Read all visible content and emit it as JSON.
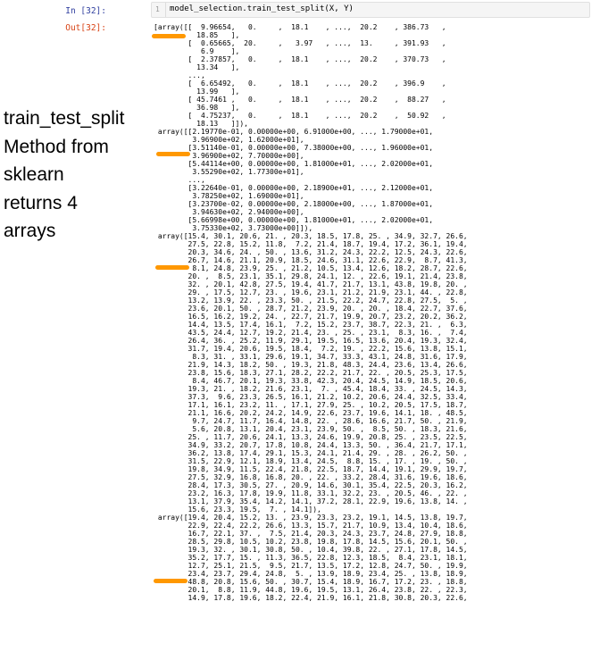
{
  "cell": {
    "in_prompt": "In [32]:",
    "out_prompt": "Out[32]:",
    "line_number": "1",
    "code": "model_selection.train_test_split(X, Y)"
  },
  "output_lines": [
    "[array([[  9.96654,   0.     ,  18.1    , ...,  20.2    , 386.73   ,",
    "          18.85   ],",
    "        [  0.65665,  20.     ,   3.97   , ...,  13.     , 391.93   ,",
    "           6.9    ],",
    "        [  2.37857,   0.     ,  18.1    , ...,  20.2    , 370.73   ,",
    "          13.34   ],",
    "        ...,",
    "        [  6.65492,   0.     ,  18.1    , ...,  20.2    , 396.9    ,",
    "          13.99   ],",
    "        [ 45.7461 ,   0.     ,  18.1    , ...,  20.2    ,  88.27   ,",
    "          36.98   ],",
    "        [  4.75237,   0.     ,  18.1    , ...,  20.2    ,  50.92   ,",
    "          18.13   ]]),",
    " array([[2.19770e-01, 0.00000e+00, 6.91000e+00, ..., 1.79000e+01,",
    "         3.96900e+02, 1.62000e+01],",
    "        [3.51140e-01, 0.00000e+00, 7.38000e+00, ..., 1.96000e+01,",
    "         3.96900e+02, 7.70000e+00],",
    "        [5.44114e+00, 0.00000e+00, 1.81000e+01, ..., 2.02000e+01,",
    "         3.55290e+02, 1.77300e+01],",
    "        ...,",
    "        [3.22640e-01, 0.00000e+00, 2.18900e+01, ..., 2.12000e+01,",
    "         3.78250e+02, 1.69000e+01],",
    "        [3.23700e-02, 0.00000e+00, 2.18000e+00, ..., 1.87000e+01,",
    "         3.94630e+02, 2.94000e+00],",
    "        [5.66998e+00, 0.00000e+00, 1.81000e+01, ..., 2.02000e+01,",
    "         3.75330e+02, 3.73000e+00]]),",
    " array([15.4, 30.1, 20.6, 21. , 20.3, 18.5, 17.8, 25. , 34.9, 32.7, 26.6,",
    "        27.5, 22.8, 15.2, 11.8,  7.2, 21.4, 18.7, 19.4, 17.2, 36.1, 19.4,",
    "        20.3, 34.6, 24. , 50. , 13.6, 31.2, 24.3, 22.2, 12.5, 24.3, 22.6,",
    "        26.7, 14.6, 21.1, 20.9, 18.5, 24.6, 31.1, 22.6, 22.9,  8.7, 41.3,",
    "         8.1, 24.8, 23.9, 25. , 21.2, 10.5, 13.4, 12.6, 18.2, 28.7, 22.6,",
    "        20. ,  8.5, 23.1, 35.1, 29.8, 24.1, 12. , 22.6, 19.1, 21.4, 23.8,",
    "        32. , 20.1, 42.8, 27.5, 19.4, 41.7, 21.7, 13.1, 43.8, 19.8, 20. ,",
    "        29. , 17.5, 12.7, 23. , 19.6, 23.1, 21.2, 21.9, 23.1, 44. , 22.8,",
    "        13.2, 13.9, 22. , 23.3, 50. , 21.5, 22.2, 24.7, 22.8, 27.5,  5. ,",
    "        23.6, 20.1, 50. , 28.7, 21.2, 23.9, 20. , 20. , 18.4, 22.7, 37.6,",
    "        16.5, 16.2, 19.2, 24. , 22.7, 21.7, 19.9, 20.7, 23.2, 20.2, 36.2,",
    "        14.4, 13.5, 17.4, 16.1,  7.2, 15.2, 23.7, 38.7, 22.3, 21. ,  6.3,",
    "        43.5, 24.4, 12.7, 19.2, 21.4, 23. , 25. , 23.1,  8.3, 16. ,  7.4,",
    "        26.4, 36. , 25.2, 11.9, 29.1, 19.5, 16.5, 13.6, 20.4, 19.3, 32.4,",
    "        31.7, 19.4, 20.6, 19.5, 18.4,  7.2, 19. , 22.2, 15.6, 13.8, 15.1,",
    "         8.3, 31. , 33.1, 29.6, 19.1, 34.7, 33.3, 43.1, 24.8, 31.6, 17.9,",
    "        21.9, 14.3, 18.2, 50. , 19.3, 21.8, 48.3, 24.4, 23.6, 13.4, 26.6,",
    "        23.8, 15.6, 18.3, 27.1, 28.2, 22.2, 21.7, 22. , 20.5, 25.3, 17.5,",
    "         8.4, 46.7, 20.1, 19.3, 33.8, 42.3, 20.4, 24.5, 14.9, 18.5, 20.6,",
    "        19.3, 21. , 18.2, 21.6, 23.1,  7. , 45.4, 18.4, 33. , 24.5, 14.3,",
    "        37.3,  9.6, 23.3, 26.5, 16.1, 21.2, 10.2, 20.6, 24.4, 32.5, 33.4,",
    "        17.1, 16.1, 23.2, 11. , 17.1, 27.9, 25. , 10.2, 20.5, 17.5, 18.7,",
    "        21.1, 16.6, 20.2, 24.2, 14.9, 22.6, 23.7, 19.6, 14.1, 18. , 48.5,",
    "         9.7, 24.7, 11.7, 16.4, 14.8, 22. , 28.6, 16.6, 21.7, 50. , 21.9,",
    "         5.6, 20.8, 13.1, 20.4, 23.1, 23.9, 50. ,  8.5, 50. , 18.3, 21.6,",
    "        25. , 11.7, 20.6, 24.1, 13.3, 24.6, 19.9, 20.8, 25. , 23.5, 22.5,",
    "        34.9, 33.2, 20.7, 17.8, 10.8, 24.4, 13.3, 50. , 36.4, 21.7, 17.1,",
    "        36.2, 13.8, 17.4, 29.1, 15.3, 24.1, 21.4, 29. , 28. , 26.2, 50. ,",
    "        31.5, 22.9, 12.1, 18.9, 13.4, 24.5,  8.8, 15. , 17. , 19. , 50. ,",
    "        19.8, 34.9, 11.5, 22.4, 21.8, 22.5, 18.7, 14.4, 19.1, 29.9, 19.7,",
    "        27.5, 32.9, 16.8, 16.8, 20. , 22. , 33.2, 28.4, 31.6, 19.6, 18.6,",
    "        28.4, 17.3, 30.5, 27. , 20.9, 14.6, 30.1, 35.4, 22.5, 20.3, 16.2,",
    "        23.2, 16.3, 17.8, 19.9, 11.8, 33.1, 32.2, 23. , 20.5, 46. , 22. ,",
    "        13.1, 37.9, 35.4, 14.2, 14.1, 37.2, 28.1, 22.9, 19.6, 13.8, 14. ,",
    "        15.6, 23.3, 19.5,  7. , 14.1]),",
    " array([19.4, 20.4, 15.2, 13. , 23.9, 23.3, 23.2, 19.1, 14.5, 13.8, 19.7,",
    "        22.9, 22.4, 22.2, 26.6, 13.3, 15.7, 21.7, 10.9, 13.4, 10.4, 18.6,",
    "        16.7, 22.1, 37. ,  7.5, 21.4, 20.3, 24.3, 23.7, 24.8, 27.9, 18.8,",
    "        28.5, 29.8, 10.5, 10.2, 23.8, 19.8, 17.8, 14.5, 15.6, 20.1, 50. ,",
    "        19.3, 32. , 30.1, 30.8, 50. , 10.4, 39.8, 22. , 27.1, 17.8, 14.5,",
    "        35.2, 17.7, 15. , 11.3, 36.5, 22.8, 12.3, 18.5,  8.4, 23.1, 18.1,",
    "        12.7, 25.1, 21.5,  9.5, 21.7, 13.5, 17.2, 12.8, 24.7, 50. , 19.9,",
    "        23.4, 23.7, 29.4, 24.8,  5. , 13.9, 18.9, 23.4, 25. , 13.8, 18.9,",
    "        48.8, 20.8, 15.6, 50. , 30.7, 15.4, 18.9, 16.7, 17.2, 23. , 18.8,",
    "        20.1,  8.8, 11.9, 44.8, 19.6, 19.5, 13.1, 26.4, 23.8, 22. , 22.3,",
    "        14.9, 17.8, 19.6, 18.2, 22.4, 21.9, 16.1, 21.8, 30.8, 20.3, 22.6,"
  ],
  "annotation": {
    "text": "train_test_split\nMethod from\nsklearn\nreturns 4\narrays"
  },
  "colors": {
    "highlight": "#FF9800",
    "in_prompt": "#303F9F",
    "out_prompt": "#D84315",
    "input_background": "#F5F5F5"
  }
}
